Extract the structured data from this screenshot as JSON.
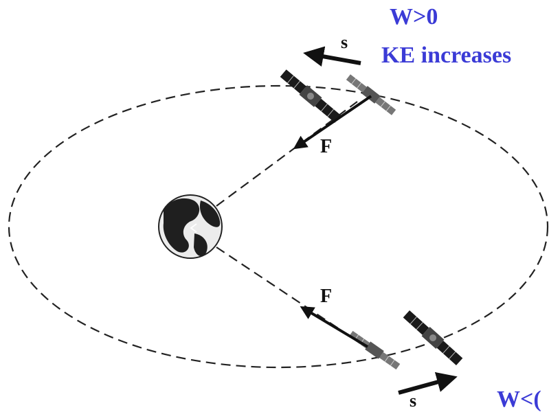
{
  "top_annotation": {
    "line1": "W>0",
    "line2": "KE increases"
  },
  "bottom_annotation": {
    "line1": "W<("
  },
  "vectors": {
    "top_displacement": "s",
    "top_force": "F",
    "bottom_force": "F",
    "bottom_displacement": "s"
  },
  "colors": {
    "annotation": "#3b3bd6",
    "ink": "#111111"
  }
}
